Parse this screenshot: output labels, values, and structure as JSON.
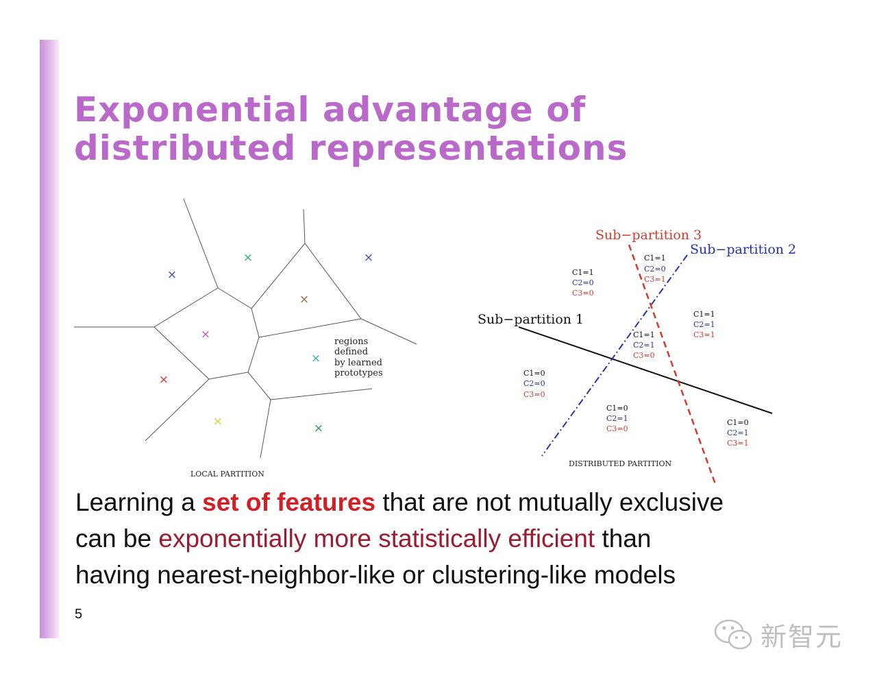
{
  "slide": {
    "title": "Exponential advantage of distributed representations",
    "page_number": "5",
    "accent_color": "#c98fd6",
    "title_color": "#b96ac9"
  },
  "local_diagram": {
    "caption": "LOCAL PARTITION",
    "regions_label": [
      "regions",
      "defined",
      "by learned",
      "prototypes"
    ],
    "marker_colors": [
      "#3b4fb0",
      "#2fb36a",
      "#3b4fb0",
      "#9b6a3a",
      "#c44fcf",
      "#2fb3a0",
      "#e0342e",
      "#d9d12a",
      "#2fa050"
    ]
  },
  "distributed_diagram": {
    "caption": "DISTRIBUTED PARTITION",
    "sub_partition_1": "Sub−partition 1",
    "sub_partition_2": "Sub−partition 2",
    "sub_partition_3": "Sub−partition 3",
    "colors": {
      "c1": "#111111",
      "c2": "#2233aa",
      "c3": "#d23b2b"
    },
    "regions": [
      {
        "c1": "C1=1",
        "c2": "C2=0",
        "c3": "C3=0"
      },
      {
        "c1": "C1=1",
        "c2": "C2=0",
        "c3": "C3=1"
      },
      {
        "c1": "C1=1",
        "c2": "C2=1",
        "c3": "C3=1"
      },
      {
        "c1": "C1=1",
        "c2": "C2=1",
        "c3": "C3=0"
      },
      {
        "c1": "C1=0",
        "c2": "C2=0",
        "c3": "C3=0"
      },
      {
        "c1": "C1=0",
        "c2": "C2=1",
        "c3": "C3=0"
      },
      {
        "c1": "C1=0",
        "c2": "C2=1",
        "c3": "C3=1"
      }
    ]
  },
  "body": {
    "line1_pre": "Learning a ",
    "line1_highlight": "set of features",
    "line1_post": " that are not mutually exclusive",
    "line2_pre": "can be ",
    "line2_highlight": "exponentially more statistically efficient",
    "line2_post": " than",
    "line3": "having nearest-neighbor-like or clustering-like models"
  },
  "watermark": {
    "icon": "wechat-icon",
    "text": "新智元"
  }
}
